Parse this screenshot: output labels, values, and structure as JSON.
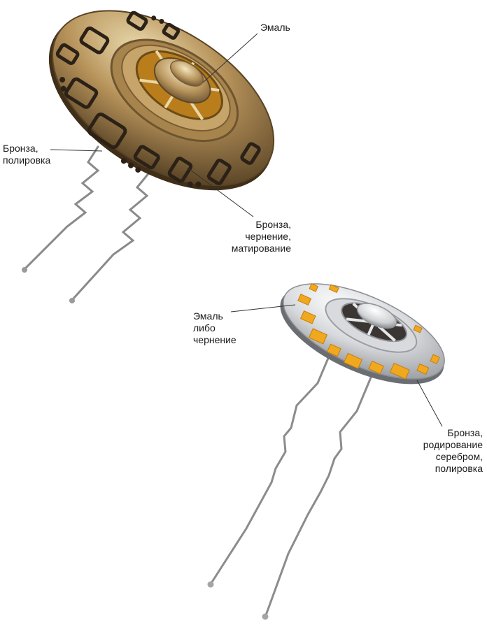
{
  "pins": [
    {
      "name": "bronze-pin",
      "colors": {
        "metal_light": "#e9d7a6",
        "metal_mid": "#b08d55",
        "metal_dark": "#5a4325",
        "enamel": "#b97d1c",
        "engraving": "#2b2117"
      },
      "labels": [
        {
          "key": "enamel",
          "lines": [
            "Эмаль"
          ]
        },
        {
          "key": "polish",
          "lines": [
            "Бронза,",
            "полировка"
          ]
        },
        {
          "key": "blacken",
          "lines": [
            "Бронза,",
            "чернение,",
            "матирование"
          ]
        }
      ]
    },
    {
      "name": "silver-pin",
      "colors": {
        "metal_light": "#fafafa",
        "metal_mid": "#c9cbce",
        "metal_dark": "#7b7e83",
        "enamel": "#f0a81e",
        "dark_window": "#3b3533"
      },
      "labels": [
        {
          "key": "enamel-or-blacken",
          "lines": [
            "Эмаль",
            "либо",
            "чернение"
          ]
        },
        {
          "key": "rhodium",
          "lines": [
            "Бронза,",
            "родирование",
            "серебром,",
            "полировка"
          ]
        }
      ]
    }
  ]
}
